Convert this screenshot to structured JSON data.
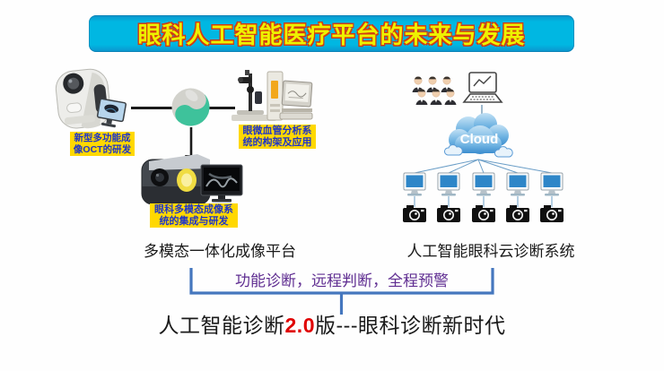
{
  "banner": {
    "title": "眼科人工智能医疗平台的未来与发展"
  },
  "left_section": {
    "oct_label": "新型多功能成像OCT的研发",
    "vessel_label": "眼微血管分析系统的构架及应用",
    "multimodal_label": "眼科多模态成像系统的集成与研发",
    "caption": "多模态一体化成像平台"
  },
  "right_section": {
    "cloud_label": "Cloud",
    "caption": "人工智能眼科云诊断系统",
    "doctor_count": 6,
    "workstation_count": 5
  },
  "bracket": {
    "label": "功能诊断，远程判断，全程预警"
  },
  "footer": {
    "prefix": "人工智能诊断",
    "version": "2.0",
    "suffix": "版---眼科诊断新时代"
  },
  "colors": {
    "banner_bg": "#00b7e2",
    "banner_edge": "#0d93cc",
    "banner_text": "#eef200",
    "banner_outline": "#d23b12",
    "label_bg": "#ffd800",
    "label_text": "#1f35c8",
    "bracket": "#4577be",
    "bracket_text": "#5f2d91",
    "accent_red": "#e00000",
    "line_blue": "#6b9ec7",
    "screen_blue": "#2e86c8",
    "text_dark": "#1a1a1a"
  }
}
